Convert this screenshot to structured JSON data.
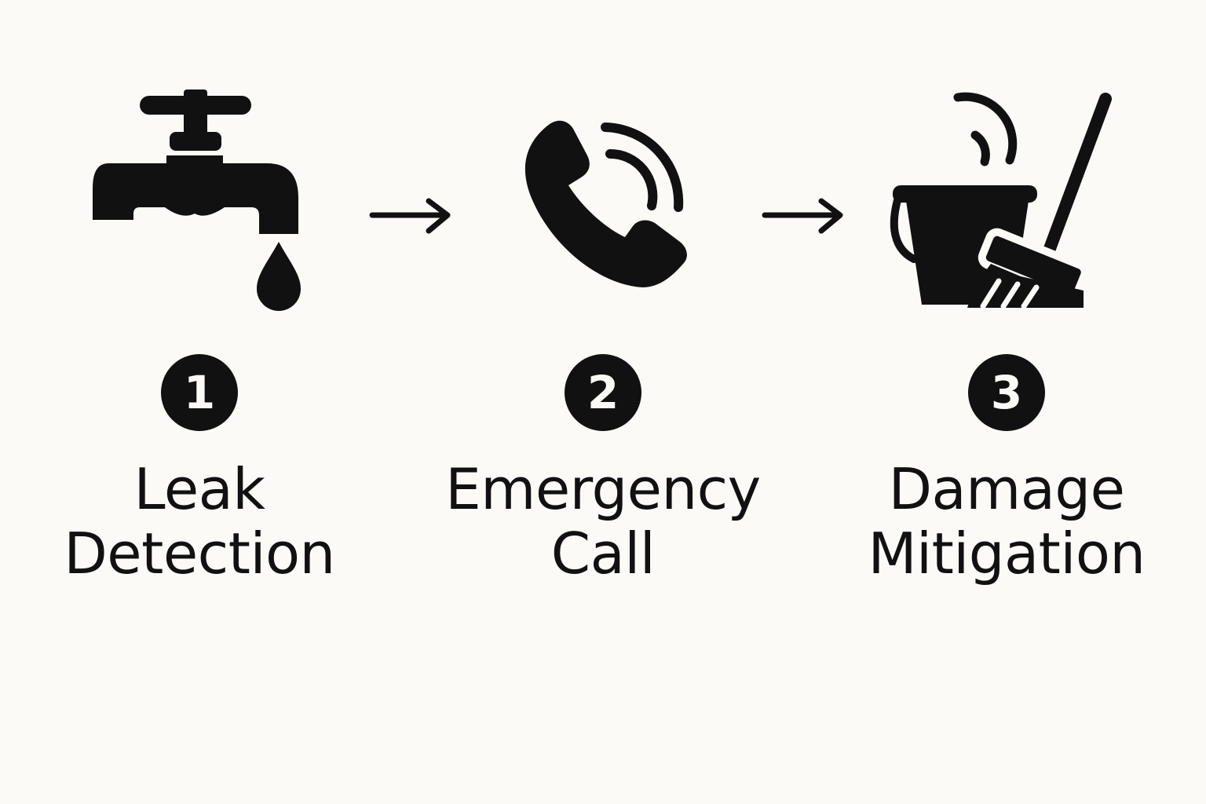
{
  "colors": {
    "background": "#fbfaf7",
    "ink": "#111111"
  },
  "steps": [
    {
      "number": "1",
      "label_line1": "Leak",
      "label_line2": "Detection",
      "icon": "faucet-drip-icon"
    },
    {
      "number": "2",
      "label_line1": "Emergency",
      "label_line2": "Call",
      "icon": "phone-ringing-icon"
    },
    {
      "number": "3",
      "label_line1": "Damage",
      "label_line2": "Mitigation",
      "icon": "bucket-broom-icon"
    }
  ],
  "connectors": [
    "arrow-right-icon",
    "arrow-right-icon"
  ]
}
